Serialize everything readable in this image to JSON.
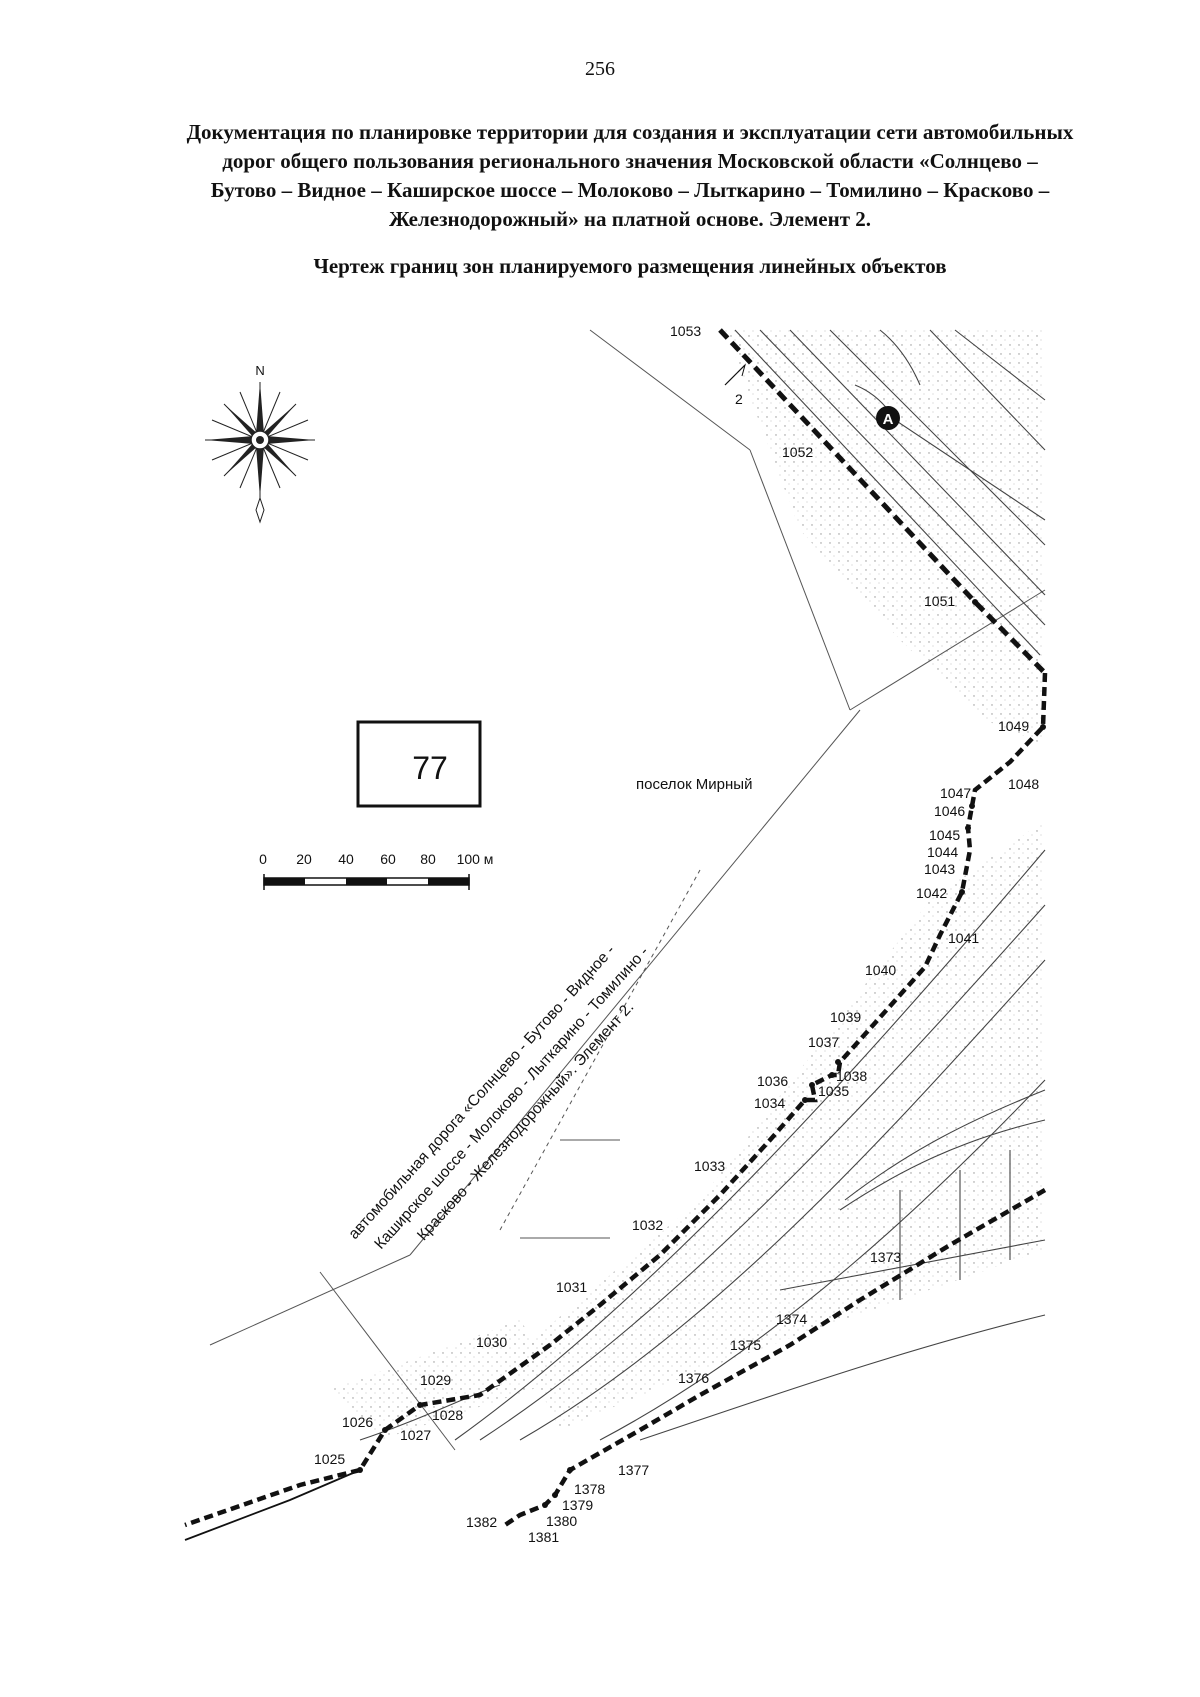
{
  "page_number": "256",
  "title_lines": [
    "Документация по планировке территории для создания и эксплуатации сети автомобильных",
    "дорог общего пользования регионального значения Московской области «Солнцево –",
    "Бутово – Видное – Каширское шоссе – Молоково – Лыткарино – Томилино – Красково –",
    "Железнодорожный» на платной основе. Элемент 2."
  ],
  "drawing_title": "Чертеж границ зон планируемого размещения линейных объектов",
  "map": {
    "compass_north": "N",
    "sheet_number": "77",
    "settlement_label": "поселок Мирный",
    "section_mark": "2",
    "marker_label": "А",
    "scale_labels": [
      "0",
      "20",
      "40",
      "60",
      "80",
      "100 м"
    ],
    "road_label_lines": [
      "автомобильная дорога «Солнцево - Бутово - Видное -",
      "Каширское шоссе - Молоково - Лыткарино - Томилино -",
      "Красково - Железнодорожный». Элемент 2."
    ],
    "boundary_points_upper": [
      "1053",
      "1052",
      "1051",
      "1049",
      "1048",
      "1047",
      "1046",
      "1045",
      "1044",
      "1043",
      "1042",
      "1041",
      "1040",
      "1039",
      "1037",
      "1038",
      "1036",
      "1035",
      "1034",
      "1033",
      "1032",
      "1031",
      "1030",
      "1029",
      "1028",
      "1027",
      "1026",
      "1025"
    ],
    "boundary_points_lower": [
      "1373",
      "1374",
      "1375",
      "1376",
      "1377",
      "1378",
      "1379",
      "1380",
      "1381",
      "1382"
    ],
    "colors": {
      "boundary": "#111111",
      "lines": "#444444"
    }
  }
}
